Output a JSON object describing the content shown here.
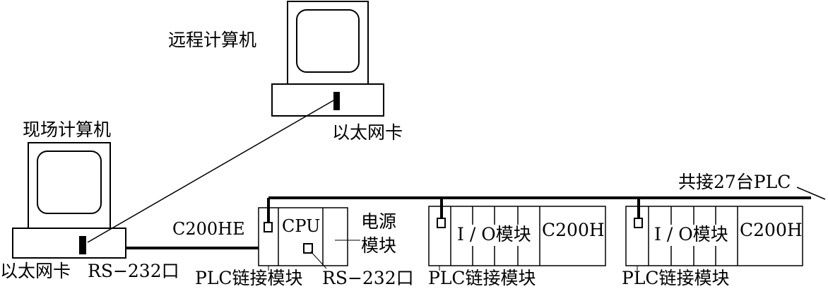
{
  "labels": {
    "remote_computer": "远程计算机",
    "site_computer": "现场计算机",
    "ethernet_card_remote": "以太网卡",
    "ethernet_card_site": "以太网卡",
    "rs232_site": "RS−232口",
    "plc_model_1": "C200HE",
    "cpu": "CPU",
    "power_module_line1": "电源",
    "power_module_line2": "模块",
    "rs232_plc": "RS−232口",
    "link_module_1": "PLC链接模块",
    "link_module_2": "PLC链接模块",
    "link_module_3": "PLC链接模块",
    "io_module_2": "I / O模块",
    "io_module_3": "I / O模块",
    "plc_model_2": "C200H",
    "plc_model_3": "C200H",
    "bus_note": "共接27台PLC"
  }
}
